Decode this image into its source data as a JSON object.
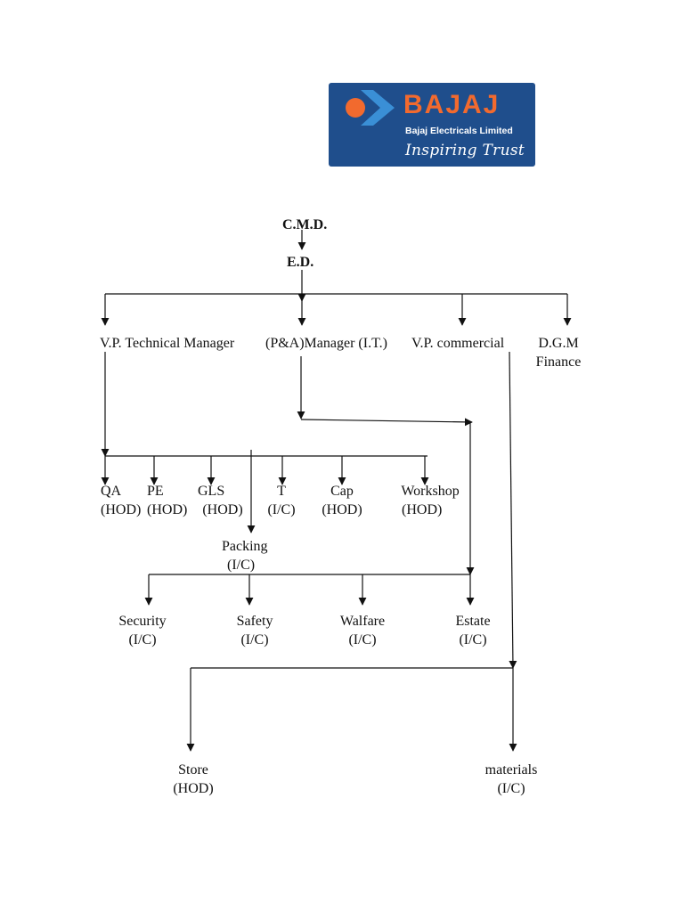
{
  "logo": {
    "brand": "BAJAJ",
    "company": "Bajaj Electricals Limited",
    "tagline": "Inspiring Trust",
    "colors": {
      "background": "#1f4e8c",
      "accent": "#f26a2e",
      "chevron": "#3a8fd6"
    }
  },
  "org_chart": {
    "cmd": {
      "line1": "C.M.D."
    },
    "ed": {
      "line1": "E.D."
    },
    "level2": [
      {
        "id": "vp-technical",
        "line1": "V.P. Technical Manager"
      },
      {
        "id": "pa-manager",
        "line1": "(P&A)Manager (I.T.)"
      },
      {
        "id": "vp-commercial",
        "line1": "V.P. commercial"
      },
      {
        "id": "dgm-finance",
        "line1": "D.G.M",
        "line2": "Finance"
      }
    ],
    "technical_units": [
      {
        "id": "qa",
        "line1": "QA",
        "line2": "(HOD)"
      },
      {
        "id": "pe",
        "line1": "PE",
        "line2": "(HOD)"
      },
      {
        "id": "gls",
        "line1": "GLS",
        "line2": "(HOD)"
      },
      {
        "id": "t",
        "line1": "T",
        "line2": "(I/C)"
      },
      {
        "id": "cap",
        "line1": "Cap",
        "line2": "(HOD)"
      },
      {
        "id": "workshop",
        "line1": "Workshop",
        "line2": "(HOD)"
      }
    ],
    "packing": {
      "line1": "Packing",
      "line2": "(I/C)"
    },
    "admin_units": [
      {
        "id": "security",
        "line1": "Security",
        "line2": "(I/C)"
      },
      {
        "id": "safety",
        "line1": "Safety",
        "line2": "(I/C)"
      },
      {
        "id": "walfare",
        "line1": "Walfare",
        "line2": "(I/C)"
      },
      {
        "id": "estate",
        "line1": "Estate",
        "line2": "(I/C)"
      }
    ],
    "commercial_units": [
      {
        "id": "store",
        "line1": "Store",
        "line2": "(HOD)"
      },
      {
        "id": "materials",
        "line1": "materials",
        "line2": "(I/C)"
      }
    ]
  }
}
